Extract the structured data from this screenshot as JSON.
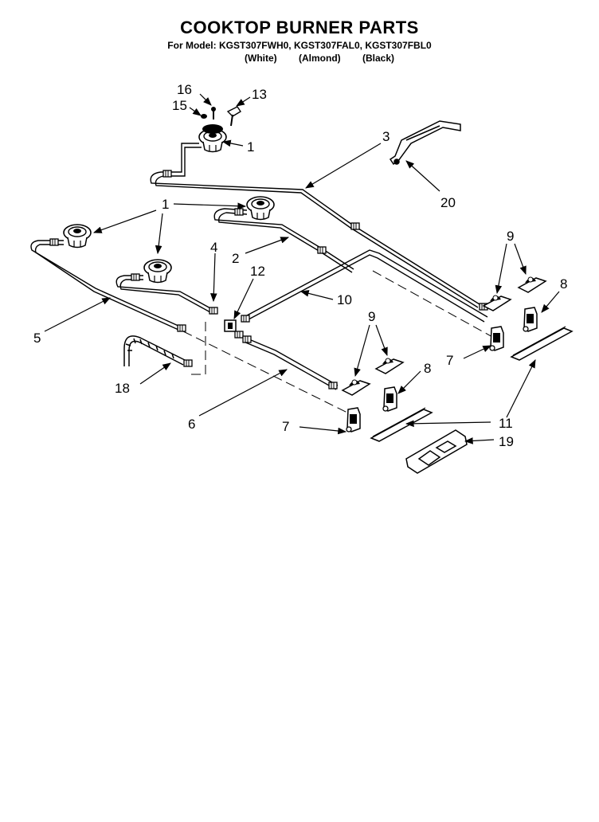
{
  "header": {
    "title": "COOKTOP BURNER PARTS",
    "model_line": "For Model: KGST307FWH0, KGST307FAL0, KGST307FBL0",
    "color_white": "(White)",
    "color_almond": "(Almond)",
    "color_black": "(Black)"
  },
  "callouts": {
    "c16": "16",
    "c15": "15",
    "c13": "13",
    "c1_top": "1",
    "c3": "3",
    "c20": "20",
    "c1_mid": "1",
    "c4": "4",
    "c12": "12",
    "c2": "2",
    "c10": "10",
    "c9_right": "9",
    "c8_right": "8",
    "c5": "5",
    "c9_mid": "9",
    "c7_right": "7",
    "c8_mid": "8",
    "c18": "18",
    "c6": "6",
    "c7_mid": "7",
    "c11": "11",
    "c19": "19"
  }
}
